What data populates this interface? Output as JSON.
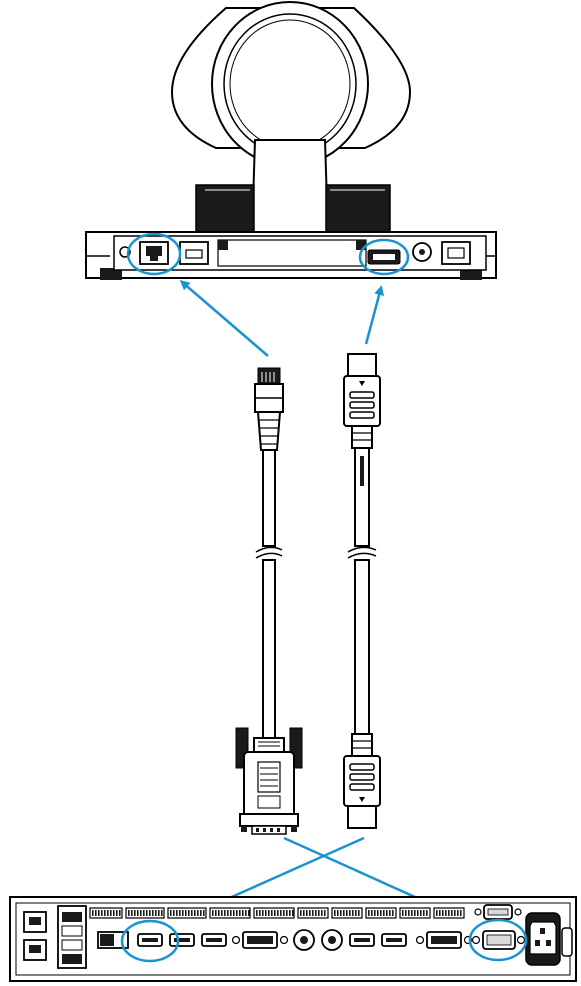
{
  "diagram": {
    "colors": {
      "line": "#000000",
      "highlight": "#1b93d0",
      "fill_dark": "#1a1a1a",
      "fill_light": "#ffffff",
      "fill_grey": "#d9d9d9"
    },
    "components": [
      {
        "id": "ptz-camera",
        "icon": "ptz-camera-icon"
      },
      {
        "id": "camera-base-panel",
        "icon": "connector-panel-icon"
      },
      {
        "id": "rs232-to-rj45-cable",
        "icon": "serial-cable-icon"
      },
      {
        "id": "hdmi-cable",
        "icon": "hdmi-cable-icon"
      },
      {
        "id": "codec-rear-panel",
        "icon": "codec-panel-icon"
      }
    ],
    "connections": [
      {
        "from": "rj45-control-port",
        "to": "codec-rs232-port"
      },
      {
        "from": "camera-hdmi-out",
        "to": "codec-hdmi-in"
      }
    ]
  }
}
